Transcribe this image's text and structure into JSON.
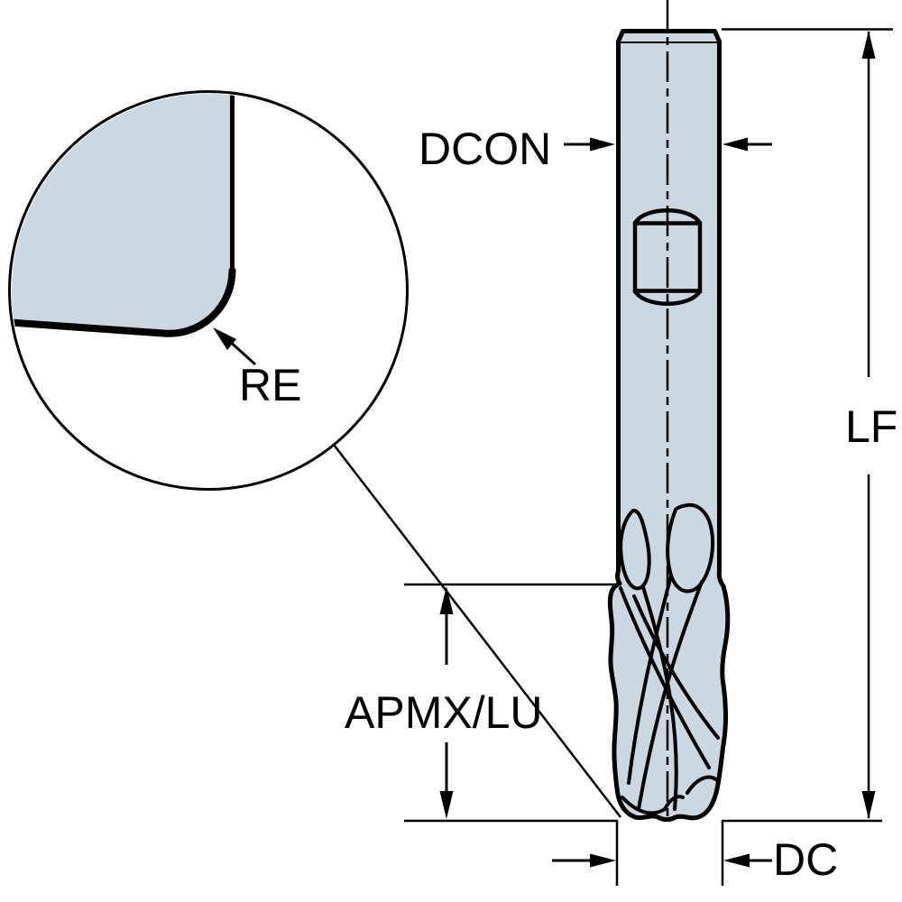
{
  "labels": {
    "dcon": "DCON",
    "re": "RE",
    "lf": "LF",
    "apmx_lu": "APMX/LU",
    "dc": "DC"
  },
  "colors": {
    "tool_fill": "#ccd8e1",
    "line": "#000000",
    "background": "#ffffff"
  }
}
